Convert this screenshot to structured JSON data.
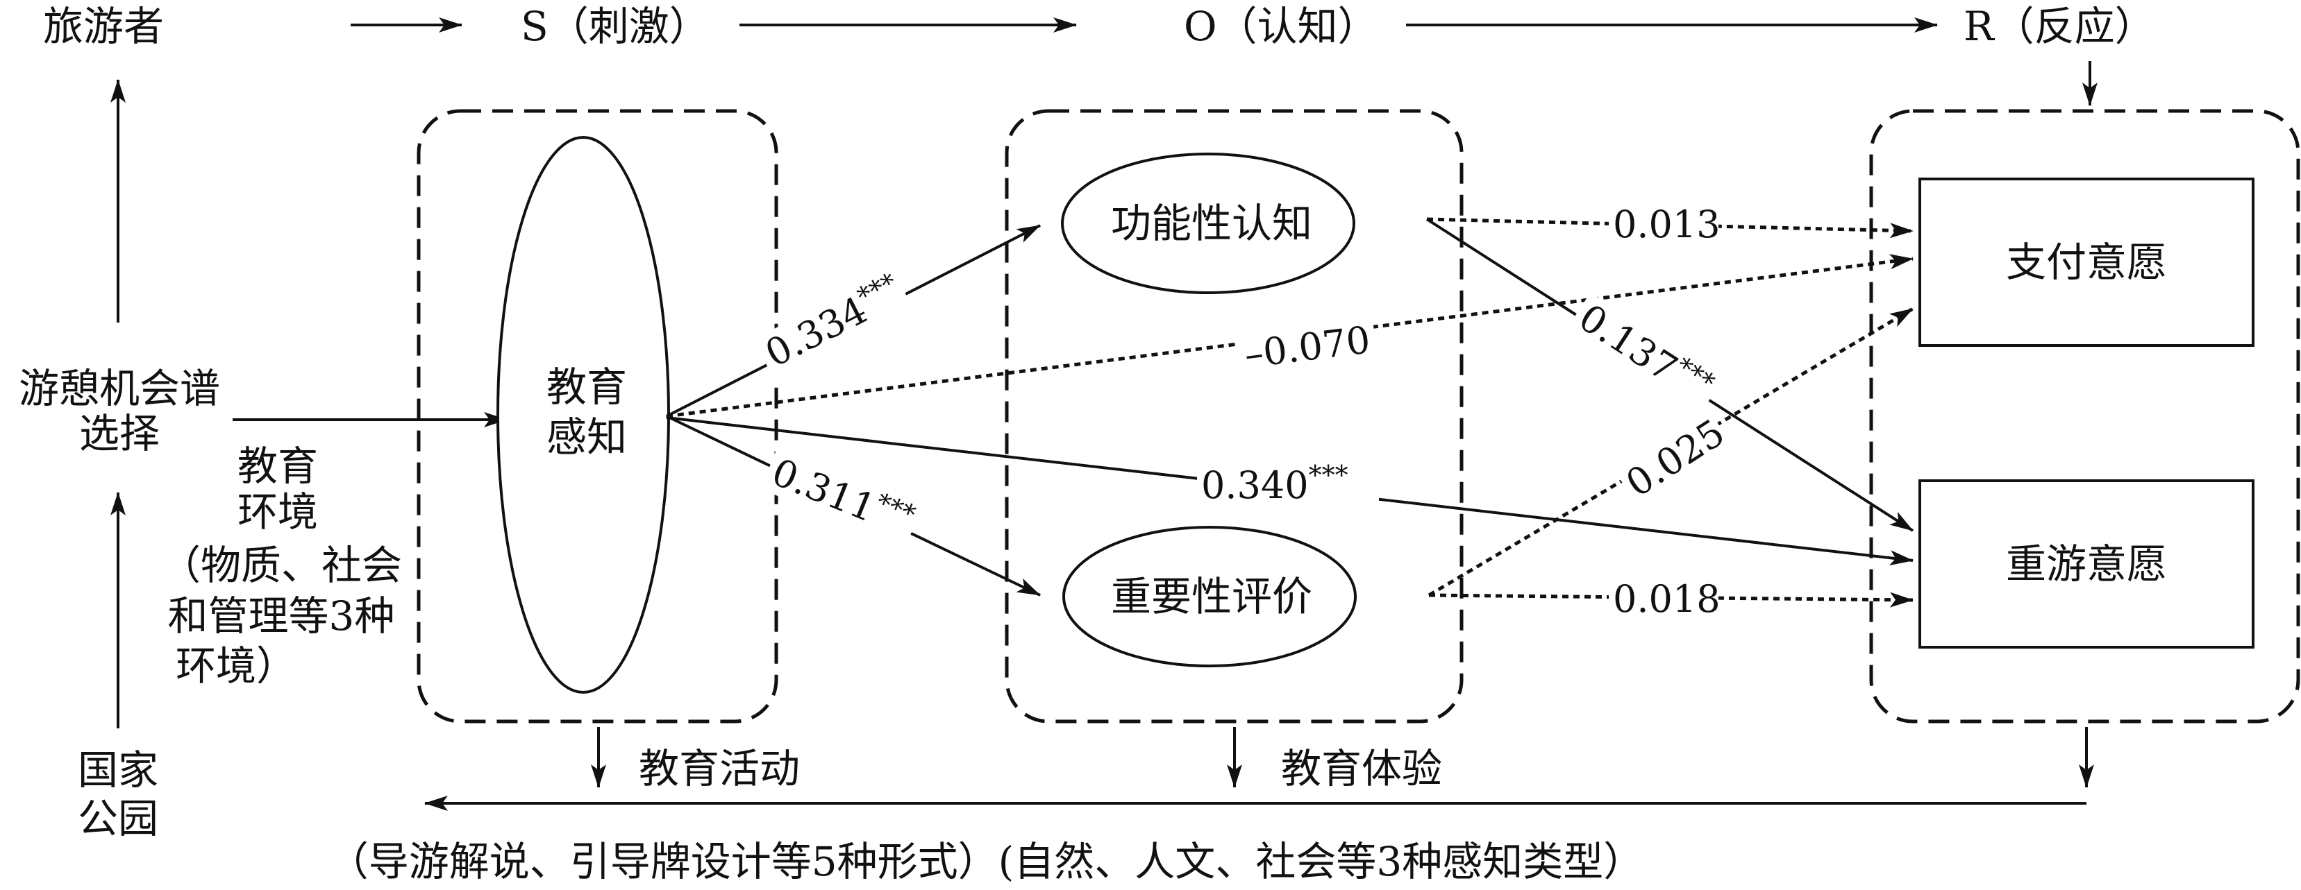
{
  "header": {
    "tourist": "旅游者",
    "s": "S（刺激）",
    "o": "O（认知）",
    "r": "R（反应）"
  },
  "left": {
    "opportunity_line1": "游憩机会谱",
    "opportunity_line2": "选择",
    "env_title_line1": "教育",
    "env_title_line2": "环境",
    "env_note_line1": "（物质、社会",
    "env_note_line2": "和管理等3种",
    "env_note_line3": "环境）",
    "park_line1": "国家",
    "park_line2": "公园"
  },
  "nodes": {
    "education_perception_line1": "教育",
    "education_perception_line2": "感知",
    "functional_cognition": "功能性认知",
    "importance_evaluation": "重要性评价",
    "willingness_to_pay": "支付意愿",
    "revisit_intention": "重游意愿"
  },
  "paths": {
    "ep_to_fc": {
      "value": "0.334",
      "sig": "***"
    },
    "ep_to_ie": {
      "value": "0.311",
      "sig": "***"
    },
    "ep_to_wtp": {
      "value": "–0.070",
      "sig": ""
    },
    "ep_to_ri": {
      "value": "0.340",
      "sig": "***"
    },
    "fc_to_wtp": {
      "value": "0.013",
      "sig": ""
    },
    "fc_to_ri": {
      "value": "0.137",
      "sig": "***"
    },
    "ie_to_wtp": {
      "value": "0.025",
      "sig": ""
    },
    "ie_to_ri": {
      "value": "0.018",
      "sig": ""
    }
  },
  "bottom": {
    "edu_activity": "教育活动",
    "edu_experience": "教育体验",
    "note": "（导游解说、引导牌设计等5种形式）(自然、人文、社会等3种感知类型）"
  }
}
